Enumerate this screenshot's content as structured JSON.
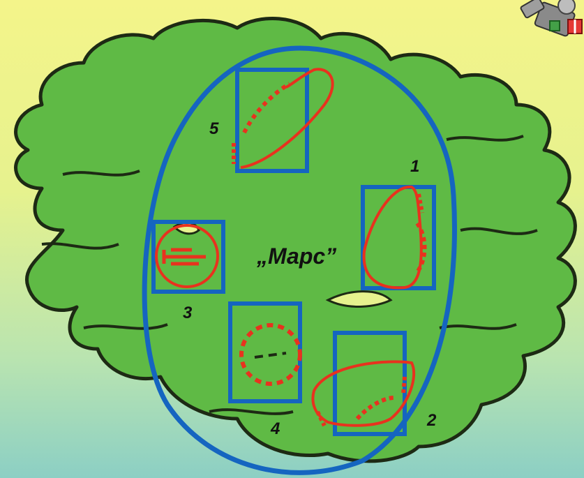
{
  "diagram": {
    "main_label": "„Марс”",
    "positions": [
      {
        "id": "1",
        "label": "1"
      },
      {
        "id": "2",
        "label": "2"
      },
      {
        "id": "3",
        "label": "3"
      },
      {
        "id": "4",
        "label": "4"
      },
      {
        "id": "5",
        "label": "5"
      }
    ]
  },
  "colors": {
    "forest": "#5fba45",
    "forest_outline": "#1d2a14",
    "boundary": "#1565c0",
    "fortification": "#e8321e",
    "background_top": "#f4f48a",
    "background_bottom": "#8ccfc4"
  },
  "icons": [
    "forest-area",
    "trench-fortification-icon",
    "artillery-symbol-icon",
    "rocket-launcher-icon"
  ]
}
